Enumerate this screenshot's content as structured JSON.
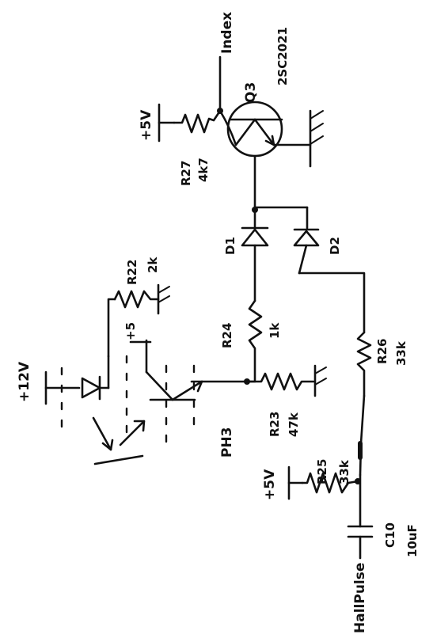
{
  "labels": {
    "index": "Index",
    "q3_name": "Q3",
    "q3_part": "2SC2021",
    "p5v_top": "+5V",
    "r27_name": "R27",
    "r27_value": "4k7",
    "d1": "D1",
    "d2": "D2",
    "r22_name": "R22",
    "r22_value": "2k",
    "p5v_ph": "+5",
    "r24_name": "R24",
    "r24_value": "1k",
    "r26_name": "R26",
    "r26_value": "33k",
    "p12v": "+12V",
    "ph3": "PH3",
    "r23_name": "R23",
    "r23_value": "47k",
    "p5v_bottom": "+5V",
    "r25_name": "R25",
    "r25_value": "33k",
    "c10_name": "C10",
    "c10_value": "10uF",
    "hall_pulse": "HallPulse"
  }
}
